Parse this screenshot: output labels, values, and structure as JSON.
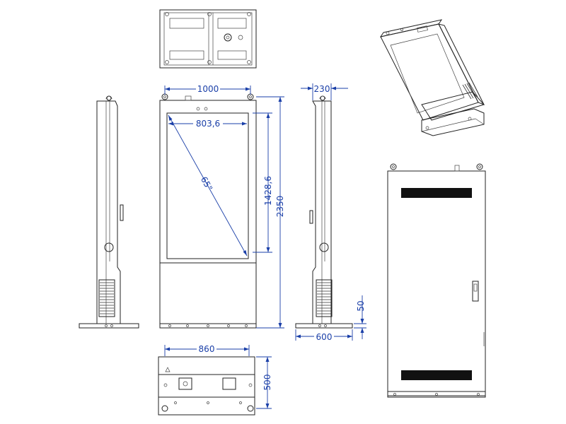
{
  "colors": {
    "line": "#222222",
    "dimension": "#1a3fa8",
    "vent": "#111111",
    "background": "#ffffff"
  },
  "dimensions": {
    "front_width": "1000",
    "screen_width": "803,6",
    "screen_diagonal": "65\"",
    "screen_height": "1428,6",
    "total_height": "2350",
    "side_depth": "230",
    "base_depth": "600",
    "base_height": "50",
    "bottom_width": "860",
    "bottom_depth": "500"
  }
}
